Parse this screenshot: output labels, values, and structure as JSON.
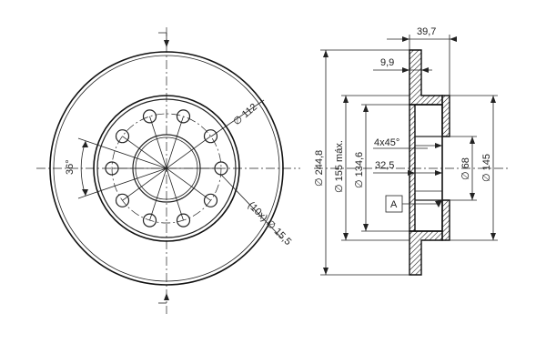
{
  "labels": {
    "width_total": "39,7",
    "hat_thickness": "9,9",
    "outer_diameter": "∅ 244,8",
    "max_diameter": "∅ 155 máx.",
    "hat_diameter": "∅ 134,6",
    "chamfer": "4x45°",
    "offset": "32,5",
    "bore_diameter": "∅ 68",
    "flange_diameter": "∅ 145",
    "datum": "A",
    "pcd": "∅ 112",
    "bolt_spec": "(10x) ∅ 15,5",
    "angle": "36°"
  },
  "colors": {
    "line": "#222222",
    "hatch": "#111111",
    "background": "#ffffff"
  }
}
